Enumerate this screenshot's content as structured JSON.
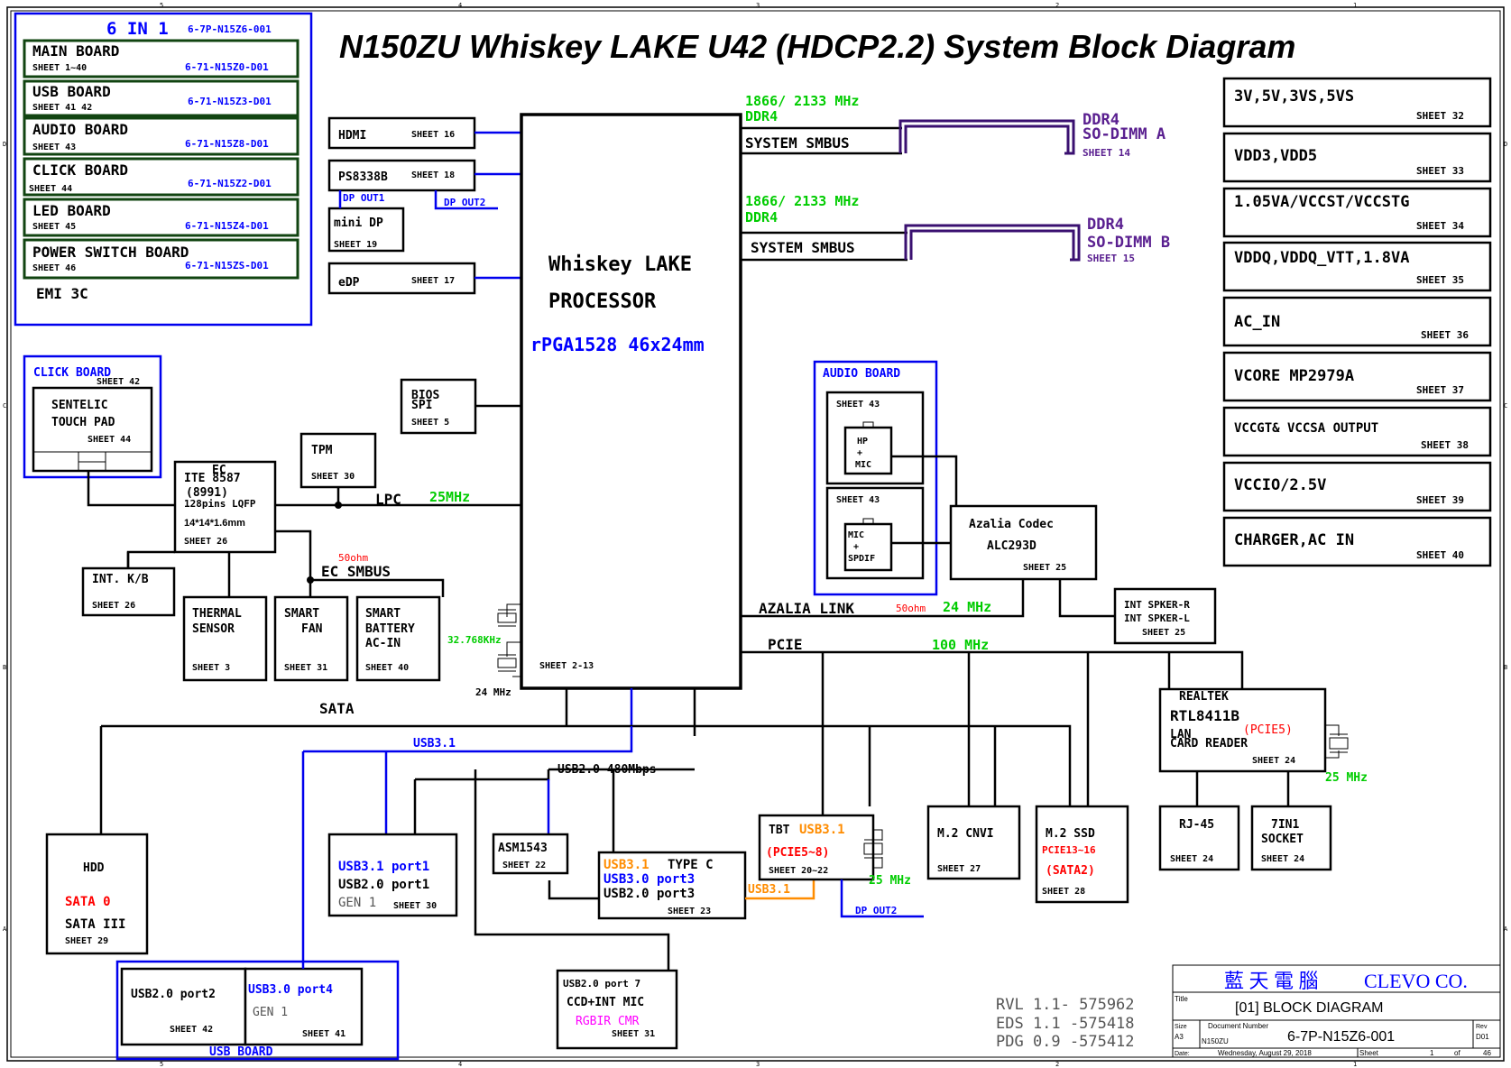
{
  "title": "N150ZU Whiskey LAKE U42 (HDCP2.2) System Block Diagram",
  "frame_cols": [
    "5",
    "4",
    "3",
    "2",
    "1"
  ],
  "frame_rows": [
    "D",
    "C",
    "B",
    "A"
  ],
  "six_in_one": {
    "heading": "6 IN 1",
    "part": "6-7P-N15Z6-001",
    "boards": [
      {
        "name": "MAIN BOARD",
        "sheet": "SHEET 1~40",
        "part": "6-71-N15Z0-D01"
      },
      {
        "name": "USB BOARD",
        "sheet": "SHEET 41 42",
        "part": "6-71-N15Z3-D01"
      },
      {
        "name": "AUDIO BOARD",
        "sheet": "SHEET 43",
        "part": "6-71-N15Z8-D01"
      },
      {
        "name": "CLICK BOARD",
        "sheet": "SHEET 44",
        "part": "6-71-N15Z2-D01"
      },
      {
        "name": "LED BOARD",
        "sheet": "SHEET 45",
        "part": "6-71-N15Z4-D01"
      },
      {
        "name": "POWER SWITCH BOARD",
        "sheet": "SHEET 46",
        "part": "6-71-N15ZS-D01"
      }
    ],
    "emi": "EMI 3C"
  },
  "video": {
    "hdmi": {
      "name": "HDMI",
      "sheet": "SHEET 16"
    },
    "ps8338b": {
      "name": "PS8338B",
      "sheet": "SHEET 18"
    },
    "dp_out1": "DP OUT1",
    "dp_out2": "DP OUT2",
    "mini_dp": {
      "name": "mini DP",
      "sheet": "SHEET 19"
    },
    "edp": {
      "name": "eDP",
      "sheet": "SHEET 17"
    }
  },
  "processor": {
    "line1": "Whiskey LAKE",
    "line2": "PROCESSOR",
    "package": "rPGA1528  46x24mm",
    "sheet": "SHEET 2-13"
  },
  "memory": {
    "a": {
      "freq": "1866/ 2133 MHz",
      "type": "DDR4",
      "bus": "SYSTEM SMBUS",
      "ddr": "DDR4",
      "slot": "SO-DIMM A",
      "sheet": "SHEET 14"
    },
    "b": {
      "freq": "1866/ 2133 MHz",
      "type": "DDR4",
      "bus": "SYSTEM SMBUS",
      "ddr": "DDR4",
      "slot": "SO-DIMM B",
      "sheet": "SHEET 15"
    }
  },
  "power": [
    {
      "name": "3V,5V,3VS,5VS",
      "sheet": "SHEET 32"
    },
    {
      "name": "VDD3,VDD5",
      "sheet": "SHEET 33"
    },
    {
      "name": "1.05VA/VCCST/VCCSTG",
      "sheet": "SHEET 34"
    },
    {
      "name": "VDDQ,VDDQ_VTT,1.8VA",
      "sheet": "SHEET 35"
    },
    {
      "name": "AC_IN",
      "sheet": "SHEET 36"
    },
    {
      "name": "VCORE MP2979A",
      "sheet": "SHEET 37"
    },
    {
      "name": "VCCGT& VCCSA OUTPUT",
      "sheet": "SHEET 38"
    },
    {
      "name": "VCCIO/2.5V",
      "sheet": "SHEET 39"
    },
    {
      "name": "CHARGER,AC IN",
      "sheet": "SHEET 40"
    }
  ],
  "click_board": {
    "label": "CLICK BOARD",
    "sheet": "SHEET 42",
    "tp1": "SENTELIC",
    "tp2": "TOUCH PAD",
    "tp_sheet": "SHEET 44"
  },
  "bios": {
    "l1": "BIOS",
    "l2": "SPI",
    "sheet": "SHEET 5"
  },
  "tpm": {
    "name": "TPM",
    "sheet": "SHEET 30"
  },
  "ec": {
    "label": "EC",
    "l1": "ITE 8587",
    "l2": "(8991)",
    "l3": "128pins LQFP",
    "l4": "14*14*1.6mm",
    "sheet": "SHEET 26"
  },
  "lpc": {
    "label": "LPC",
    "freq": "25MHz"
  },
  "ec_smbus": {
    "ohm": "50ohm",
    "label": "EC SMBUS"
  },
  "int_kb": {
    "name": "INT. K/B",
    "sheet": "SHEET 26"
  },
  "thermal": {
    "l1": "THERMAL",
    "l2": "SENSOR",
    "sheet": "SHEET 3"
  },
  "fan": {
    "l1": "SMART",
    "l2": "FAN",
    "sheet": "SHEET 31"
  },
  "battery": {
    "l1": "SMART",
    "l2": "BATTERY",
    "l3": "AC-IN",
    "sheet": "SHEET 40"
  },
  "clock": {
    "rtc": "32.768KHz",
    "main": "24 MHz"
  },
  "audio_board": {
    "label": "AUDIO BOARD",
    "hp": {
      "sheet": "SHEET 43",
      "l1": "HP",
      "l2": "+",
      "l3": "MIC"
    },
    "mic": {
      "sheet": "SHEET 43",
      "l1": "MIC",
      "l2": "+",
      "l3": "SPDIF"
    }
  },
  "codec": {
    "l1": "Azalia Codec",
    "l2": "ALC293D",
    "sheet": "SHEET 25"
  },
  "azalia": {
    "label": "AZALIA LINK",
    "ohm": "50ohm",
    "freq": "24 MHz"
  },
  "speaker": {
    "l1": "INT SPKER-R",
    "l2": "INT SPKER-L",
    "sheet": "SHEET 25"
  },
  "pcie": {
    "label": "PCIE",
    "freq": "100 MHz"
  },
  "realtek": {
    "l1": "REALTEK",
    "l2": "RTL8411B",
    "pcie": "(PCIE5)",
    "l3": "LAN",
    "l4": "CARD READER",
    "sheet": "SHEET 24",
    "freq": "25 MHz"
  },
  "rj45": {
    "name": "RJ-45",
    "sheet": "SHEET 24"
  },
  "sevenin1": {
    "l1": "7IN1",
    "l2": "SOCKET",
    "sheet": "SHEET 24"
  },
  "sata": {
    "label": "SATA"
  },
  "usb31": {
    "label": "USB3.1"
  },
  "usb20": {
    "label": "USB2.0 480Mbps"
  },
  "hdd": {
    "name": "HDD",
    "sata0": "SATA 0",
    "sata3": "SATA III",
    "sheet": "SHEET 29"
  },
  "usb_port1": {
    "l1": "USB3.1 port1",
    "l2": "USB2.0 port1",
    "l3": "GEN 1",
    "sheet": "SHEET 30"
  },
  "asm": {
    "name": "ASM1543",
    "sheet": "SHEET 22"
  },
  "typec": {
    "usb31": "USB3.1",
    "type": "TYPE C",
    "usb30": "USB3.0 port3",
    "usb20": "USB2.0 port3",
    "sheet": "SHEET 23",
    "link": "USB3.1"
  },
  "tbt": {
    "tbt": "TBT",
    "usb31": "USB3.1",
    "pcie": "(PCIE5~8)",
    "sheet": "SHEET 20~22",
    "freq": "25 MHz",
    "dp": "DP OUT2"
  },
  "cnvi": {
    "name": "M.2 CNVI",
    "sheet": "SHEET 27"
  },
  "ssd": {
    "name": "M.2 SSD",
    "pcie": "PCIE13~16",
    "sata": "(SATA2)",
    "sheet": "SHEET 28"
  },
  "usb_board": {
    "label": "USB BOARD",
    "port2": {
      "name": "USB2.0 port2",
      "sheet": "SHEET 42"
    },
    "port4": {
      "name": "USB3.0 port4",
      "gen": "GEN 1",
      "sheet": "SHEET 41"
    }
  },
  "ccd": {
    "l1": "USB2.0 port 7",
    "l2": "CCD+INT MIC",
    "l3": "RGBIR CMR",
    "sheet": "SHEET 31"
  },
  "revisions": [
    "RVL 1.1- 575962",
    "EDS 1.1 -575418",
    "PDG 0.9 -575412"
  ],
  "title_block": {
    "company_cn": "藍 天 電 腦",
    "company": "CLEVO CO.",
    "title_label": "Title",
    "title": "[01] BLOCK DIAGRAM",
    "size_label": "Size",
    "size": "A3",
    "docnum_label": "Document Number",
    "model": "N150ZU",
    "docnum": "6-7P-N15Z6-001",
    "rev_label": "Rev",
    "rev": "D01",
    "date_label": "Date:",
    "date": "Wednesday, August 29, 2018",
    "sheet_label": "Sheet",
    "sheet": "1",
    "of_label": "of",
    "of": "46"
  }
}
